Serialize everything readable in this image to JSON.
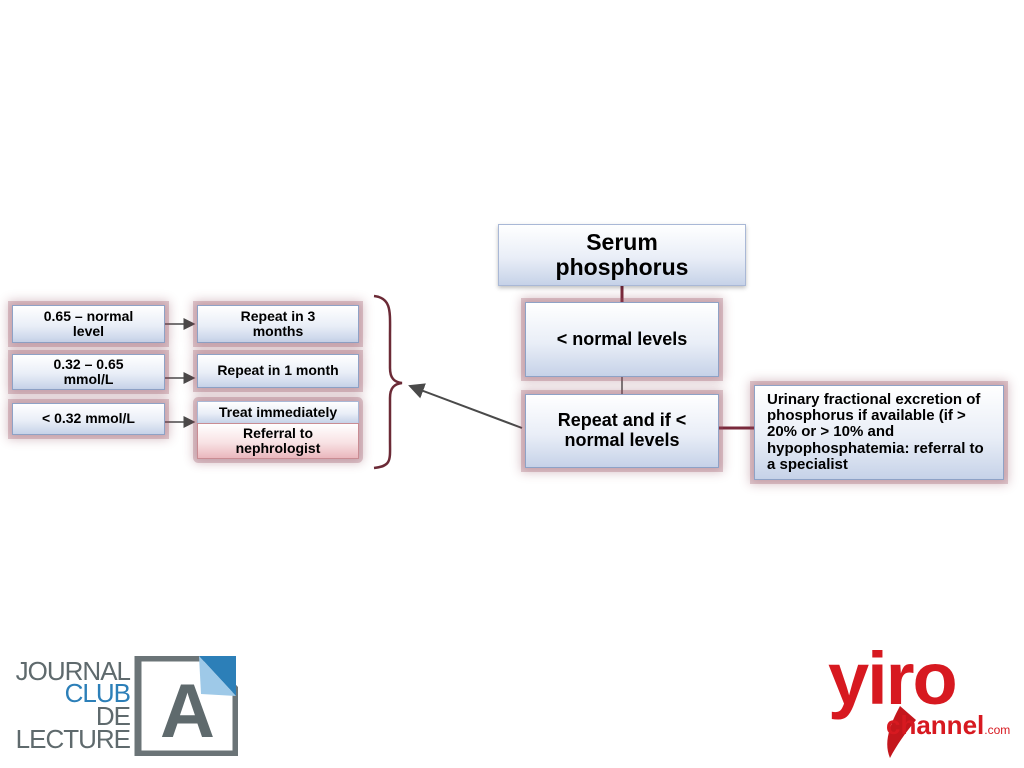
{
  "nodes": {
    "serum": "Serum phosphorus",
    "below_normal": "< normal levels",
    "repeat_if": "Repeat and if < normal levels",
    "urinary": "Urinary fractional excretion of phosphorus if available (if > 20% or > 10% and hypophosphatemia: referral to a specialist",
    "level1": "0.65 – normal level",
    "level2": "0.32 – 0.65 mmol/L",
    "level3": "< 0.32 mmol/L",
    "action1": "Repeat in 3 months",
    "action2": "Repeat in 1 month",
    "action3_treat": "Treat immediately",
    "action3_referral": "Referral to nephrologist"
  },
  "logos": {
    "journal_club": {
      "line1": "JOURNAL",
      "line2": "CLUB",
      "line3": "DE",
      "line4": "LECTURE",
      "letter": "A"
    },
    "yiro": {
      "main": "yiro",
      "sub": "channel",
      "suffix": ".com"
    }
  },
  "colors": {
    "box_border": "#8ea2c6",
    "glow": "#7a2a3c",
    "pink_box": "#eab7bd",
    "arrow": "#4a4a4a",
    "journal_grey": "#5f6a6d",
    "journal_blue": "#2c7fb8",
    "yiro_red": "#d71920"
  }
}
